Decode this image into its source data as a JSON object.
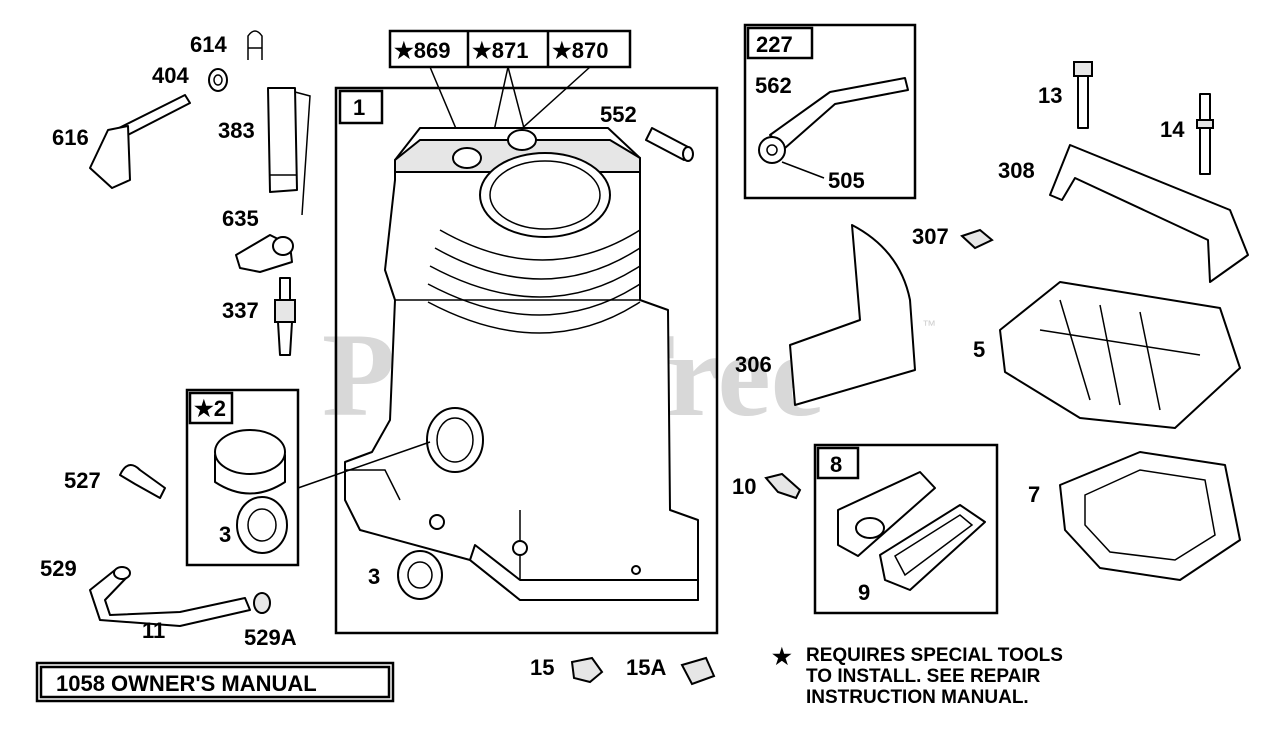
{
  "watermark": {
    "text": "PartsTree",
    "trademark": "™"
  },
  "manual_label": "1058 OWNER'S MANUAL",
  "note": {
    "star": "★",
    "lines": [
      "REQUIRES SPECIAL TOOLS",
      "TO INSTALL.  SEE REPAIR",
      "INSTRUCTION MANUAL."
    ]
  },
  "kit_boxes": {
    "k869": "★869",
    "k871": "★871",
    "k870": "★870",
    "main": "1",
    "seal_kit": "★2",
    "lever_kit": "227",
    "breather_kit": "8"
  },
  "parts": {
    "p614": "614",
    "p404": "404",
    "p616": "616",
    "p383": "383",
    "p635": "635",
    "p337": "337",
    "p527": "527",
    "p529": "529",
    "p11": "11",
    "p529a": "529A",
    "p3a": "3",
    "p3b": "3",
    "p552": "552",
    "p562": "562",
    "p505": "505",
    "p13": "13",
    "p14": "14",
    "p308": "308",
    "p307": "307",
    "p306": "306",
    "p5": "5",
    "p10": "10",
    "p9": "9",
    "p7": "7",
    "p15": "15",
    "p15a": "15A"
  }
}
